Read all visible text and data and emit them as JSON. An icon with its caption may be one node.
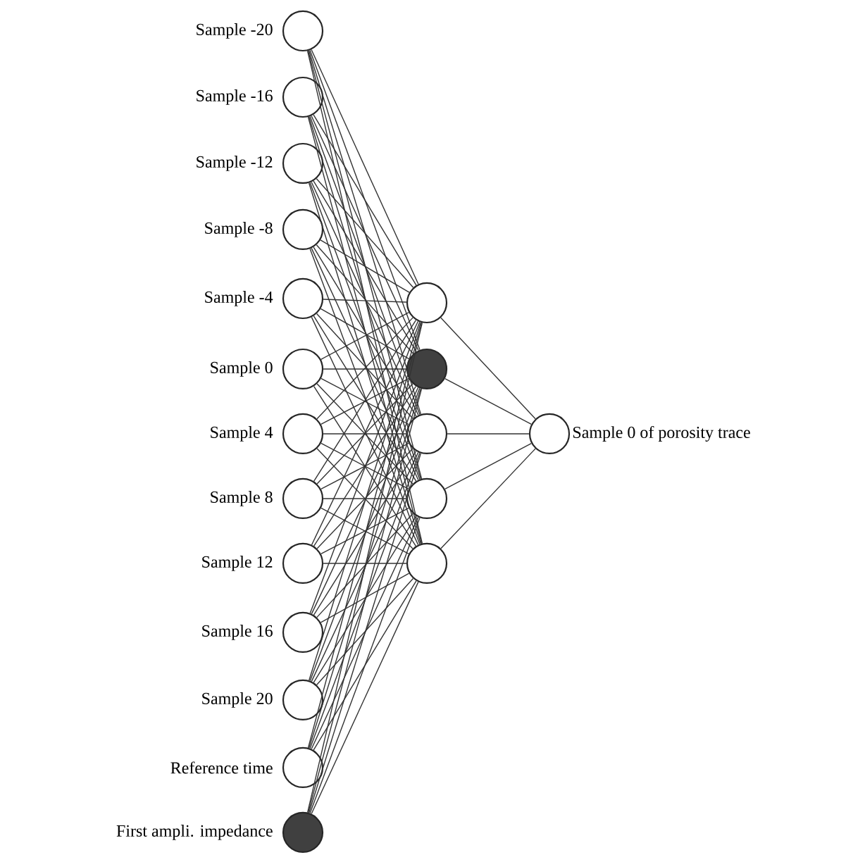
{
  "diagram": {
    "nodes": [
      {
        "text": [],
        "shape": "circle",
        "beside": [
          "Sample -20"
        ]
      },
      {
        "text": [],
        "shape": "circle",
        "beside": [
          "Sample -16"
        ]
      },
      {
        "text": [],
        "shape": "circle",
        "beside": [
          "Sample -12"
        ]
      },
      {
        "text": [],
        "shape": "circle",
        "beside": [
          "Sample -8"
        ]
      },
      {
        "text": [],
        "shape": "circle",
        "beside": [
          "Sample -4"
        ]
      },
      {
        "text": [],
        "shape": "circle",
        "beside": [
          "Sample 0"
        ]
      },
      {
        "text": [],
        "shape": "circle",
        "beside": [
          "Sample 4"
        ]
      },
      {
        "text": [],
        "shape": "circle",
        "beside": [
          "Sample 8"
        ]
      },
      {
        "text": [],
        "shape": "circle",
        "beside": [
          "Sample 12"
        ]
      },
      {
        "text": [],
        "shape": "circle",
        "beside": [
          "Sample 16"
        ]
      },
      {
        "text": [],
        "shape": "circle",
        "beside": [
          "Sample 20"
        ]
      },
      {
        "text": [],
        "shape": "circle",
        "beside": [
          "Reference time"
        ]
      },
      {
        "text": [],
        "shape": "dot",
        "beside": [
          "First ampli. impedance"
        ]
      },
      {
        "text": [],
        "shape": "circle"
      },
      {
        "text": [],
        "shape": "dot"
      },
      {
        "text": [],
        "shape": "circle"
      },
      {
        "text": [],
        "shape": "circle"
      },
      {
        "text": [],
        "shape": "circle"
      },
      {
        "text": [],
        "shape": "circle",
        "beside": [
          "Sample 0 of porosity trace"
        ]
      }
    ],
    "edges": [
      {
        "from": 0,
        "to": 13,
        "arrow": "none"
      },
      {
        "from": 0,
        "to": 14,
        "arrow": "none"
      },
      {
        "from": 0,
        "to": 15,
        "arrow": "none"
      },
      {
        "from": 0,
        "to": 16,
        "arrow": "none"
      },
      {
        "from": 0,
        "to": 17,
        "arrow": "none"
      },
      {
        "from": 1,
        "to": 13,
        "arrow": "none"
      },
      {
        "from": 1,
        "to": 14,
        "arrow": "none"
      },
      {
        "from": 1,
        "to": 15,
        "arrow": "none"
      },
      {
        "from": 1,
        "to": 16,
        "arrow": "none"
      },
      {
        "from": 1,
        "to": 17,
        "arrow": "none"
      },
      {
        "from": 2,
        "to": 13,
        "arrow": "none"
      },
      {
        "from": 2,
        "to": 14,
        "arrow": "none"
      },
      {
        "from": 2,
        "to": 15,
        "arrow": "none"
      },
      {
        "from": 2,
        "to": 16,
        "arrow": "none"
      },
      {
        "from": 2,
        "to": 17,
        "arrow": "none"
      },
      {
        "from": 3,
        "to": 13,
        "arrow": "none"
      },
      {
        "from": 3,
        "to": 14,
        "arrow": "none"
      },
      {
        "from": 3,
        "to": 15,
        "arrow": "none"
      },
      {
        "from": 3,
        "to": 16,
        "arrow": "none"
      },
      {
        "from": 3,
        "to": 17,
        "arrow": "none"
      },
      {
        "from": 4,
        "to": 13,
        "arrow": "none"
      },
      {
        "from": 4,
        "to": 14,
        "arrow": "none"
      },
      {
        "from": 4,
        "to": 15,
        "arrow": "none"
      },
      {
        "from": 4,
        "to": 16,
        "arrow": "none"
      },
      {
        "from": 4,
        "to": 17,
        "arrow": "none"
      },
      {
        "from": 5,
        "to": 13,
        "arrow": "none"
      },
      {
        "from": 5,
        "to": 14,
        "arrow": "none"
      },
      {
        "from": 5,
        "to": 15,
        "arrow": "none"
      },
      {
        "from": 5,
        "to": 16,
        "arrow": "none"
      },
      {
        "from": 5,
        "to": 17,
        "arrow": "none"
      },
      {
        "from": 6,
        "to": 13,
        "arrow": "none"
      },
      {
        "from": 6,
        "to": 14,
        "arrow": "none"
      },
      {
        "from": 6,
        "to": 15,
        "arrow": "none"
      },
      {
        "from": 6,
        "to": 16,
        "arrow": "none"
      },
      {
        "from": 6,
        "to": 17,
        "arrow": "none"
      },
      {
        "from": 7,
        "to": 13,
        "arrow": "none"
      },
      {
        "from": 7,
        "to": 14,
        "arrow": "none"
      },
      {
        "from": 7,
        "to": 15,
        "arrow": "none"
      },
      {
        "from": 7,
        "to": 16,
        "arrow": "none"
      },
      {
        "from": 7,
        "to": 17,
        "arrow": "none"
      },
      {
        "from": 8,
        "to": 13,
        "arrow": "none"
      },
      {
        "from": 8,
        "to": 14,
        "arrow": "none"
      },
      {
        "from": 8,
        "to": 15,
        "arrow": "none"
      },
      {
        "from": 8,
        "to": 16,
        "arrow": "none"
      },
      {
        "from": 8,
        "to": 17,
        "arrow": "none"
      },
      {
        "from": 9,
        "to": 13,
        "arrow": "none"
      },
      {
        "from": 9,
        "to": 14,
        "arrow": "none"
      },
      {
        "from": 9,
        "to": 15,
        "arrow": "none"
      },
      {
        "from": 9,
        "to": 16,
        "arrow": "none"
      },
      {
        "from": 9,
        "to": 17,
        "arrow": "none"
      },
      {
        "from": 10,
        "to": 13,
        "arrow": "none"
      },
      {
        "from": 10,
        "to": 14,
        "arrow": "none"
      },
      {
        "from": 10,
        "to": 15,
        "arrow": "none"
      },
      {
        "from": 10,
        "to": 16,
        "arrow": "none"
      },
      {
        "from": 10,
        "to": 17,
        "arrow": "none"
      },
      {
        "from": 11,
        "to": 13,
        "arrow": "none"
      },
      {
        "from": 11,
        "to": 14,
        "arrow": "none"
      },
      {
        "from": 11,
        "to": 15,
        "arrow": "none"
      },
      {
        "from": 11,
        "to": 16,
        "arrow": "none"
      },
      {
        "from": 11,
        "to": 17,
        "arrow": "none"
      },
      {
        "from": 12,
        "to": 13,
        "arrow": "none"
      },
      {
        "from": 12,
        "to": 14,
        "arrow": "none"
      },
      {
        "from": 12,
        "to": 15,
        "arrow": "none"
      },
      {
        "from": 12,
        "to": 16,
        "arrow": "none"
      },
      {
        "from": 12,
        "to": 17,
        "arrow": "none"
      },
      {
        "from": 13,
        "to": 18,
        "arrow": "none"
      },
      {
        "from": 14,
        "to": 18,
        "arrow": "none"
      },
      {
        "from": 15,
        "to": 18,
        "arrow": "none"
      },
      {
        "from": 16,
        "to": 18,
        "arrow": "none"
      },
      {
        "from": 17,
        "to": 18,
        "arrow": "none"
      }
    ]
  }
}
